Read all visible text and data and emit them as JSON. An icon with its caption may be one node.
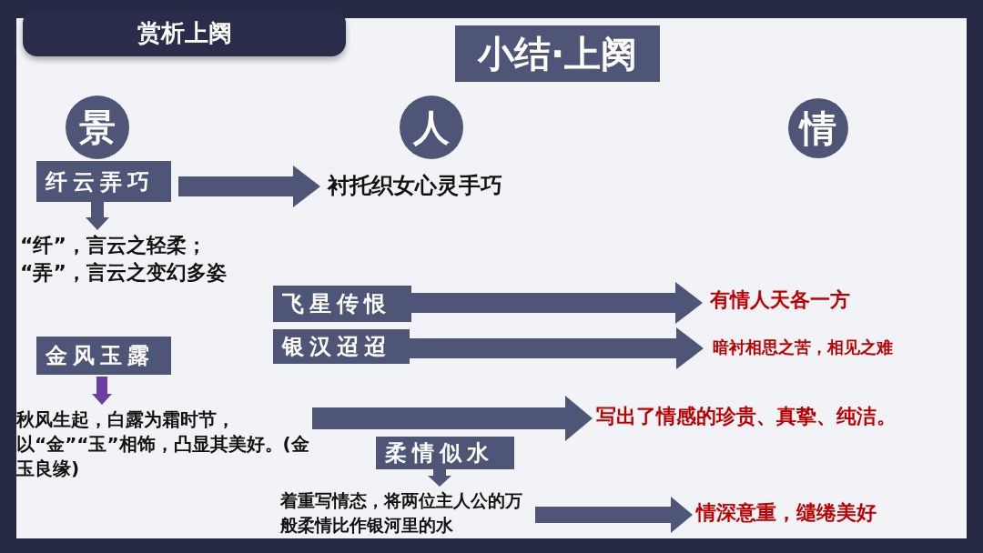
{
  "diagram": {
    "title": "小结·上阕",
    "nodes": [
      {
        "text": [
          "景"
        ]
      },
      {
        "text": [
          "人"
        ]
      },
      {
        "text": [
          "情"
        ]
      },
      {
        "text": [
          "纤云弄巧"
        ]
      },
      {
        "text": [
          "衬托织女心灵手巧"
        ]
      },
      {
        "text": [
          "“纤”，言云之轻柔；",
          "“弄”，言云之变幻多姿"
        ]
      },
      {
        "text": [
          "飞星传恨"
        ]
      },
      {
        "text": [
          "有情人天各一方"
        ]
      },
      {
        "text": [
          "银汉迢迢"
        ]
      },
      {
        "text": [
          "暗衬相思之苦，相见之难"
        ]
      },
      {
        "text": [
          "金风玉露"
        ]
      },
      {
        "text": [
          "秋风生起，白露为霜时节，以“金”“玉”相饰，凸显其美好。(金玉良缘)"
        ]
      },
      {
        "text": [
          "写出了情感的珍贵、真挚、纯洁。"
        ]
      },
      {
        "text": [
          "柔情似水"
        ]
      },
      {
        "text": [
          "着重写情态，将两位主人公的万般柔情比作银河里的水"
        ]
      },
      {
        "text": [
          "情深意重，缱绻美好"
        ]
      }
    ],
    "edges": [
      {
        "from": 3,
        "to": 4,
        "arrow": "to"
      },
      {
        "from": 3,
        "to": 5,
        "arrow": "to"
      },
      {
        "from": 6,
        "to": 7,
        "arrow": "to"
      },
      {
        "from": 8,
        "to": 9,
        "arrow": "to"
      },
      {
        "from": 10,
        "to": 11,
        "arrow": "to",
        "color": "#6b3fa0"
      },
      {
        "from": 11,
        "to": 12,
        "arrow": "to"
      },
      {
        "from": 13,
        "to": 14,
        "arrow": "to"
      },
      {
        "from": 14,
        "to": 15,
        "arrow": "to"
      }
    ],
    "labels": [
      "赏析上阕"
    ]
  }
}
